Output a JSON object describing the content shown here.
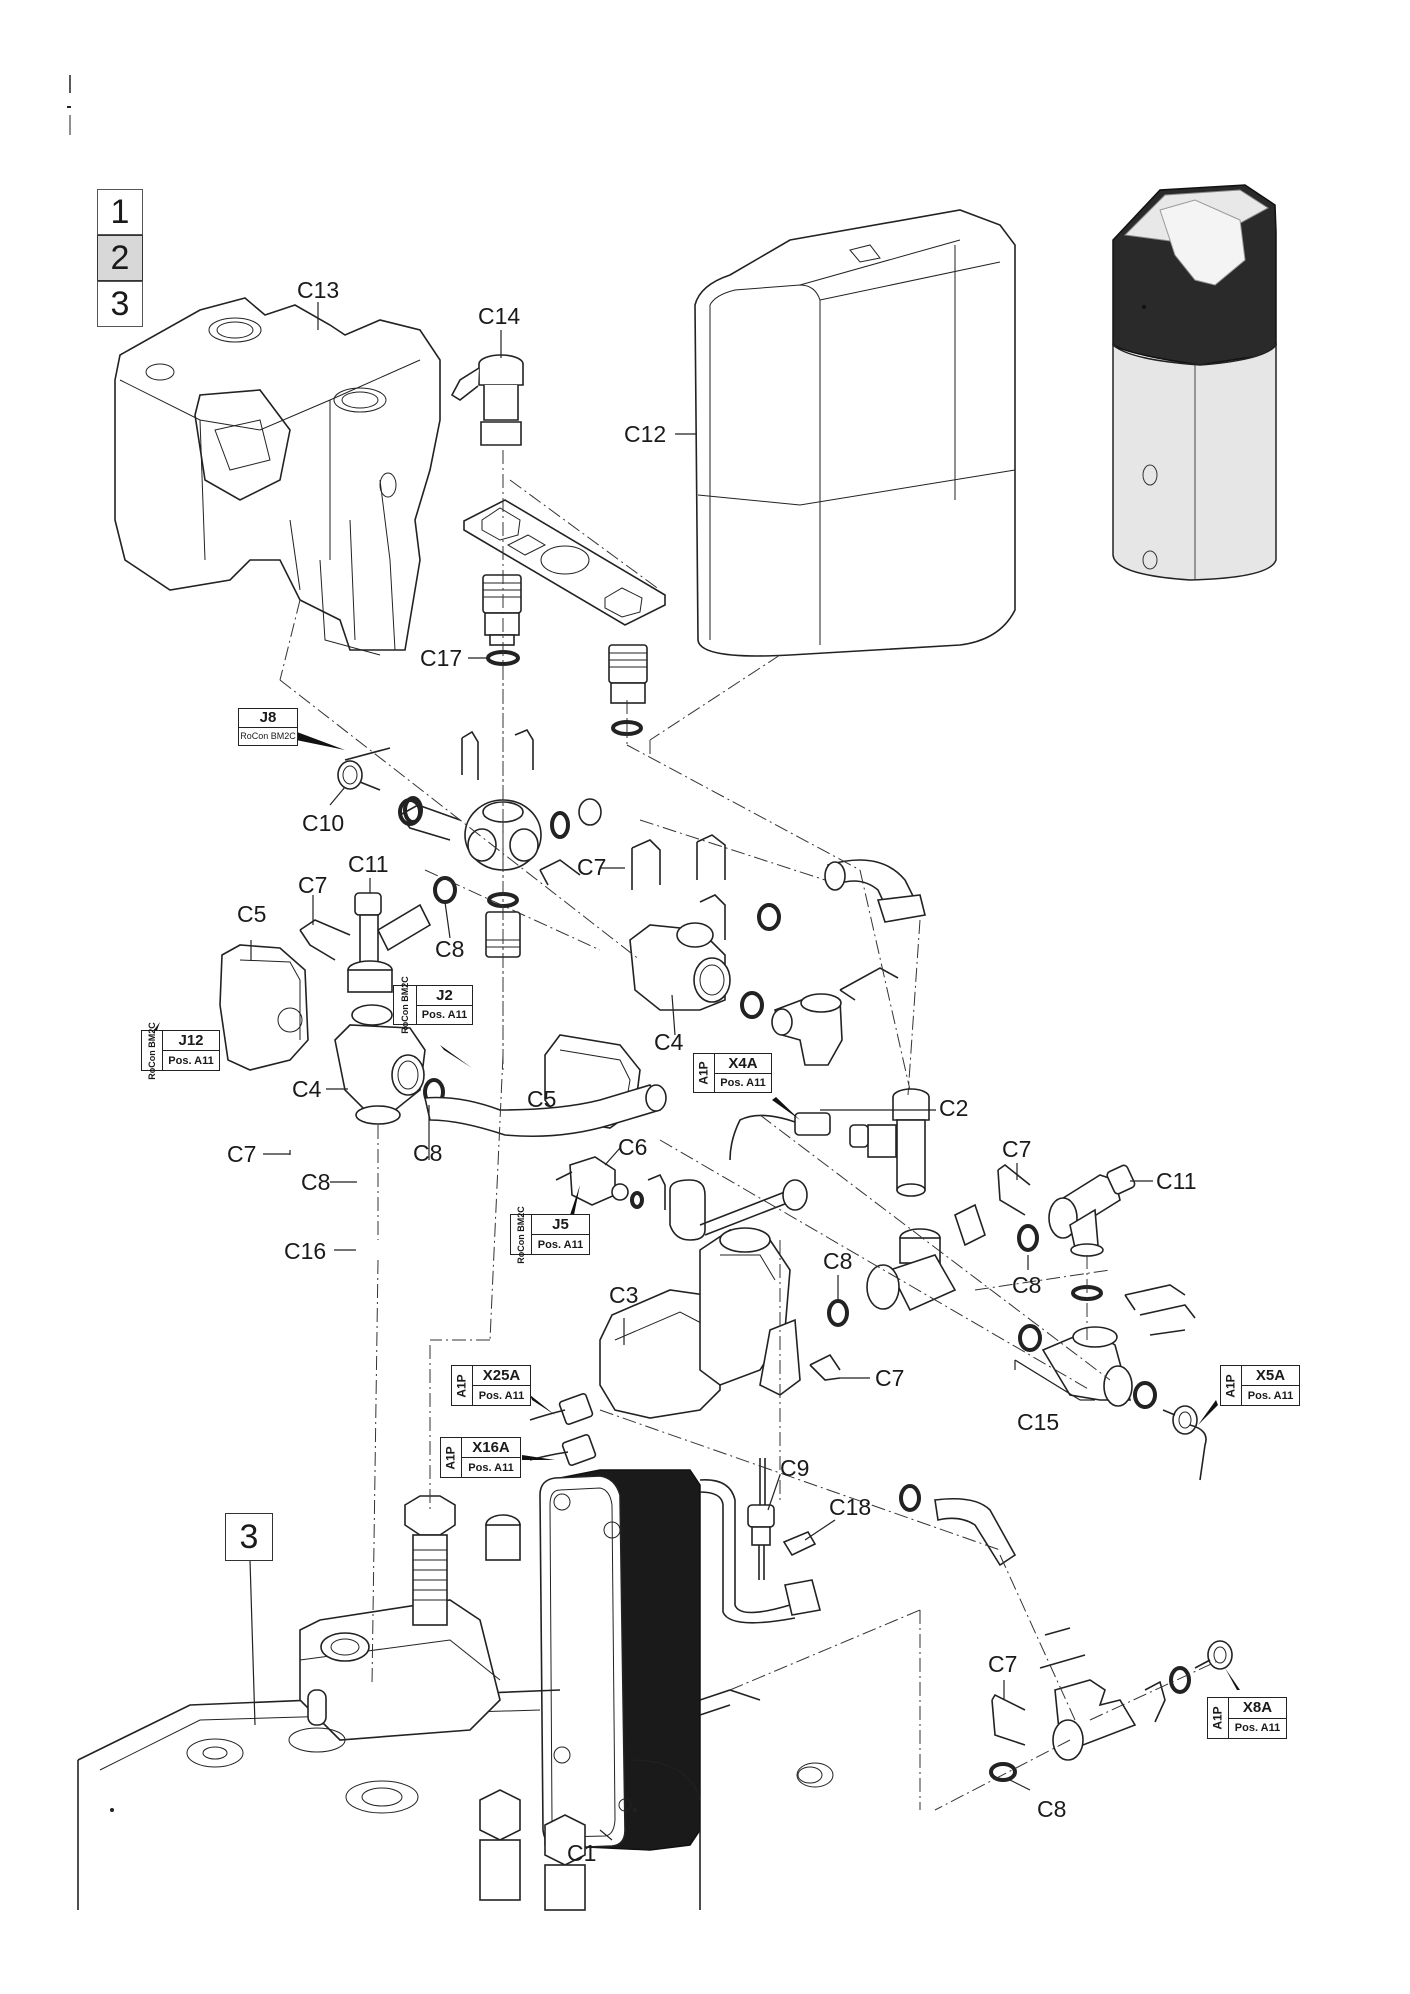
{
  "diagram": {
    "type": "exploded-parts-view",
    "section_nav": {
      "items": [
        {
          "label": "1",
          "active": false
        },
        {
          "label": "2",
          "active": true
        },
        {
          "label": "3",
          "active": false
        }
      ]
    },
    "section_reference": {
      "label": "3"
    },
    "part_labels": {
      "c1": "C1",
      "c2": "C2",
      "c3": "C3",
      "c4_left": "C4",
      "c4_right": "C4",
      "c5_left": "C5",
      "c5_right": "C5",
      "c6": "C6",
      "c7_a": "C7",
      "c7_b": "C7",
      "c7_c": "C7",
      "c7_d": "C7",
      "c7_e": "C7",
      "c7_f": "C7",
      "c8_a": "C8",
      "c8_b": "C8",
      "c8_c": "C8",
      "c8_d": "C8",
      "c8_e": "C8",
      "c8_f": "C8",
      "c9": "C9",
      "c10": "C10",
      "c11_left": "C11",
      "c11_right": "C11",
      "c12": "C12",
      "c13": "C13",
      "c14": "C14",
      "c15": "C15",
      "c16": "C16",
      "c17": "C17",
      "c18": "C18"
    },
    "connectors": {
      "j8": {
        "id": "J8",
        "sub": "RoCon BM2C"
      },
      "j2": {
        "id": "J2",
        "side": "RoCon BM2C",
        "pos": "Pos. A11"
      },
      "j12": {
        "id": "J12",
        "side": "RoCon BM2C",
        "pos": "Pos. A11"
      },
      "j5": {
        "id": "J5",
        "side": "RoCon BM2C",
        "pos": "Pos. A11"
      },
      "x4a": {
        "id": "X4A",
        "side": "A1P",
        "pos": "Pos. A11"
      },
      "x25a": {
        "id": "X25A",
        "side": "A1P",
        "pos": "Pos. A11"
      },
      "x16a": {
        "id": "X16A",
        "side": "A1P",
        "pos": "Pos. A11"
      },
      "x5a": {
        "id": "X5A",
        "side": "A1P",
        "pos": "Pos. A11"
      },
      "x8a": {
        "id": "X8A",
        "side": "A1P",
        "pos": "Pos. A11"
      }
    }
  }
}
